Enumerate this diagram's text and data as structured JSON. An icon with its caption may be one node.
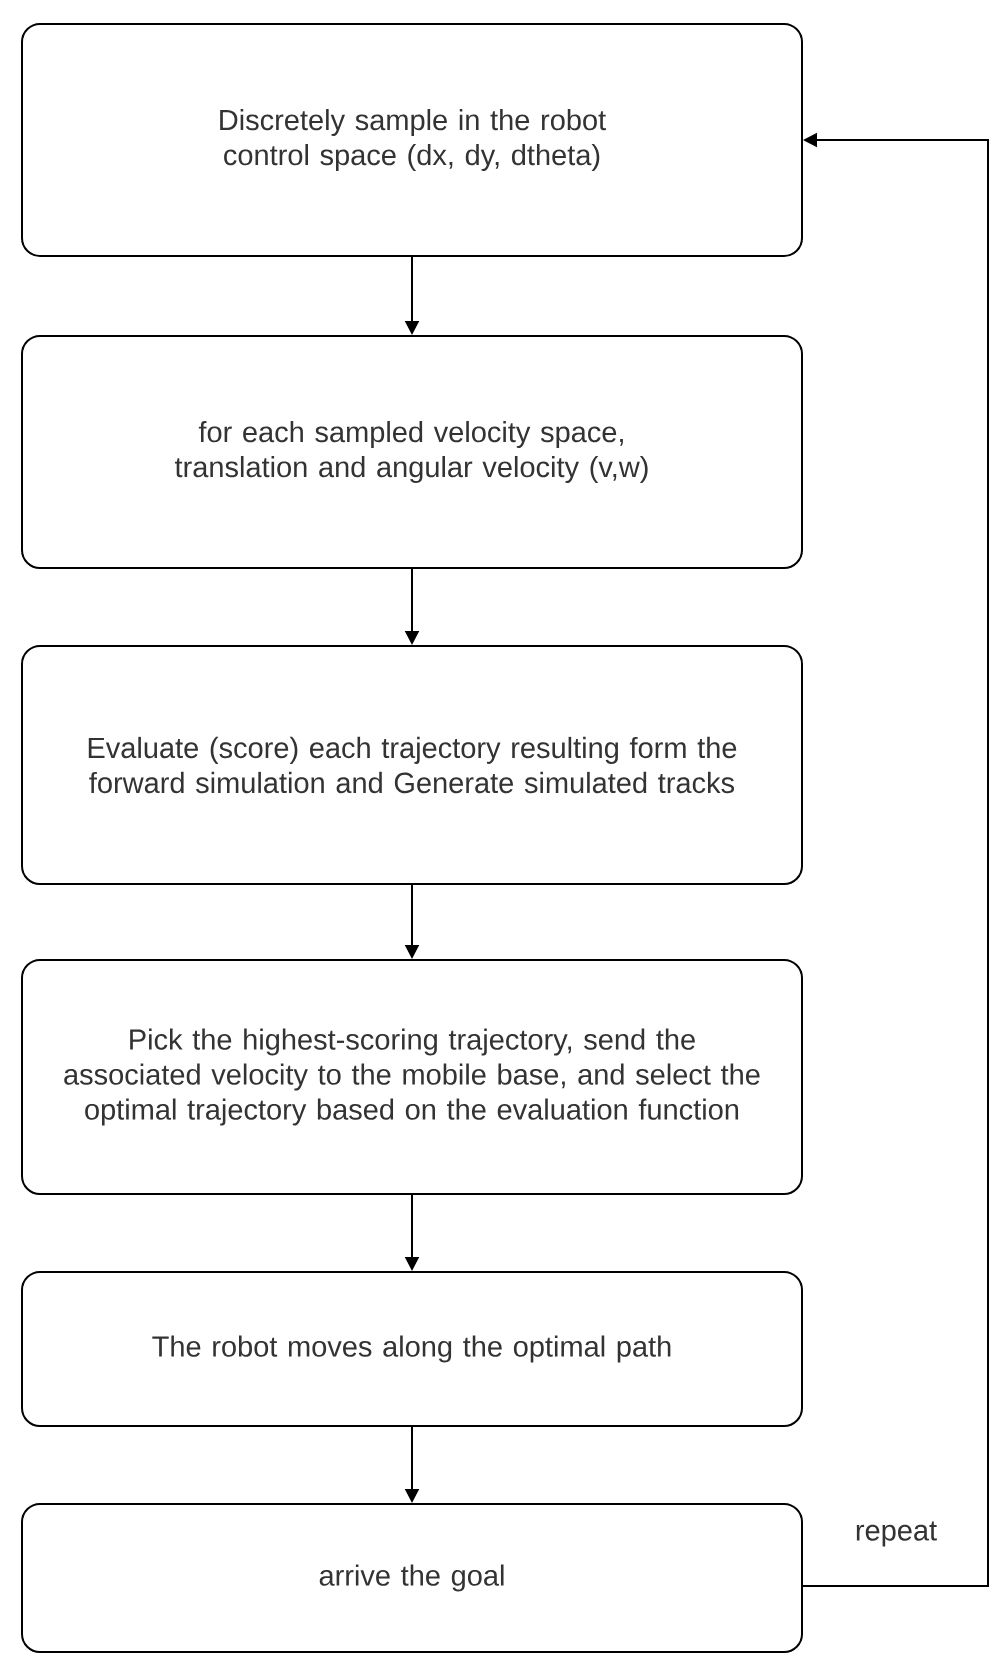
{
  "diagram": {
    "nodes": [
      {
        "text": [
          "Discretely sample in the robot control space (dx, dy, dtheta)"
        ]
      },
      {
        "text": [
          "for each sampled velocity space, translation and angular  velocity (v,w)"
        ]
      },
      {
        "text": [
          "Evaluate (score) each trajectory resulting form the forward simulation and Generate simulated tracks"
        ]
      },
      {
        "text": [
          "Pick the highest-scoring trajectory, send the associated velocity to the mobile base, and select the optimal trajectory based on the evaluation function"
        ]
      },
      {
        "text": [
          "The robot moves along the optimal path"
        ]
      },
      {
        "text": [
          "arrive the goal"
        ]
      }
    ],
    "edges": [
      {
        "from": 0,
        "to": 1,
        "arrow": "to"
      },
      {
        "from": 1,
        "to": 2,
        "arrow": "to"
      },
      {
        "from": 2,
        "to": 3,
        "arrow": "to"
      },
      {
        "from": 3,
        "to": 4,
        "arrow": "to"
      },
      {
        "from": 4,
        "to": 5,
        "arrow": "to"
      },
      {
        "from": 5,
        "to": 0,
        "arrow": "to",
        "label": "repeat"
      }
    ]
  }
}
